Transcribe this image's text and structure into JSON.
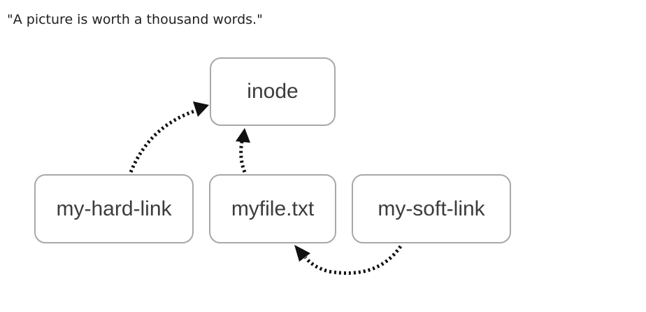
{
  "quote": "\"A picture is worth a thousand words.\"",
  "diagram": {
    "nodes": {
      "inode": "inode",
      "hard_link": "my-hard-link",
      "file": "myfile.txt",
      "soft_link": "my-soft-link"
    },
    "edges": [
      {
        "from": "my-hard-link",
        "to": "inode",
        "style": "dotted"
      },
      {
        "from": "myfile.txt",
        "to": "inode",
        "style": "dotted"
      },
      {
        "from": "my-soft-link",
        "to": "myfile.txt",
        "style": "dotted"
      }
    ],
    "colors": {
      "box_border": "#a8a8a8",
      "arrow": "#111111",
      "text": "#3c3c3c"
    }
  }
}
